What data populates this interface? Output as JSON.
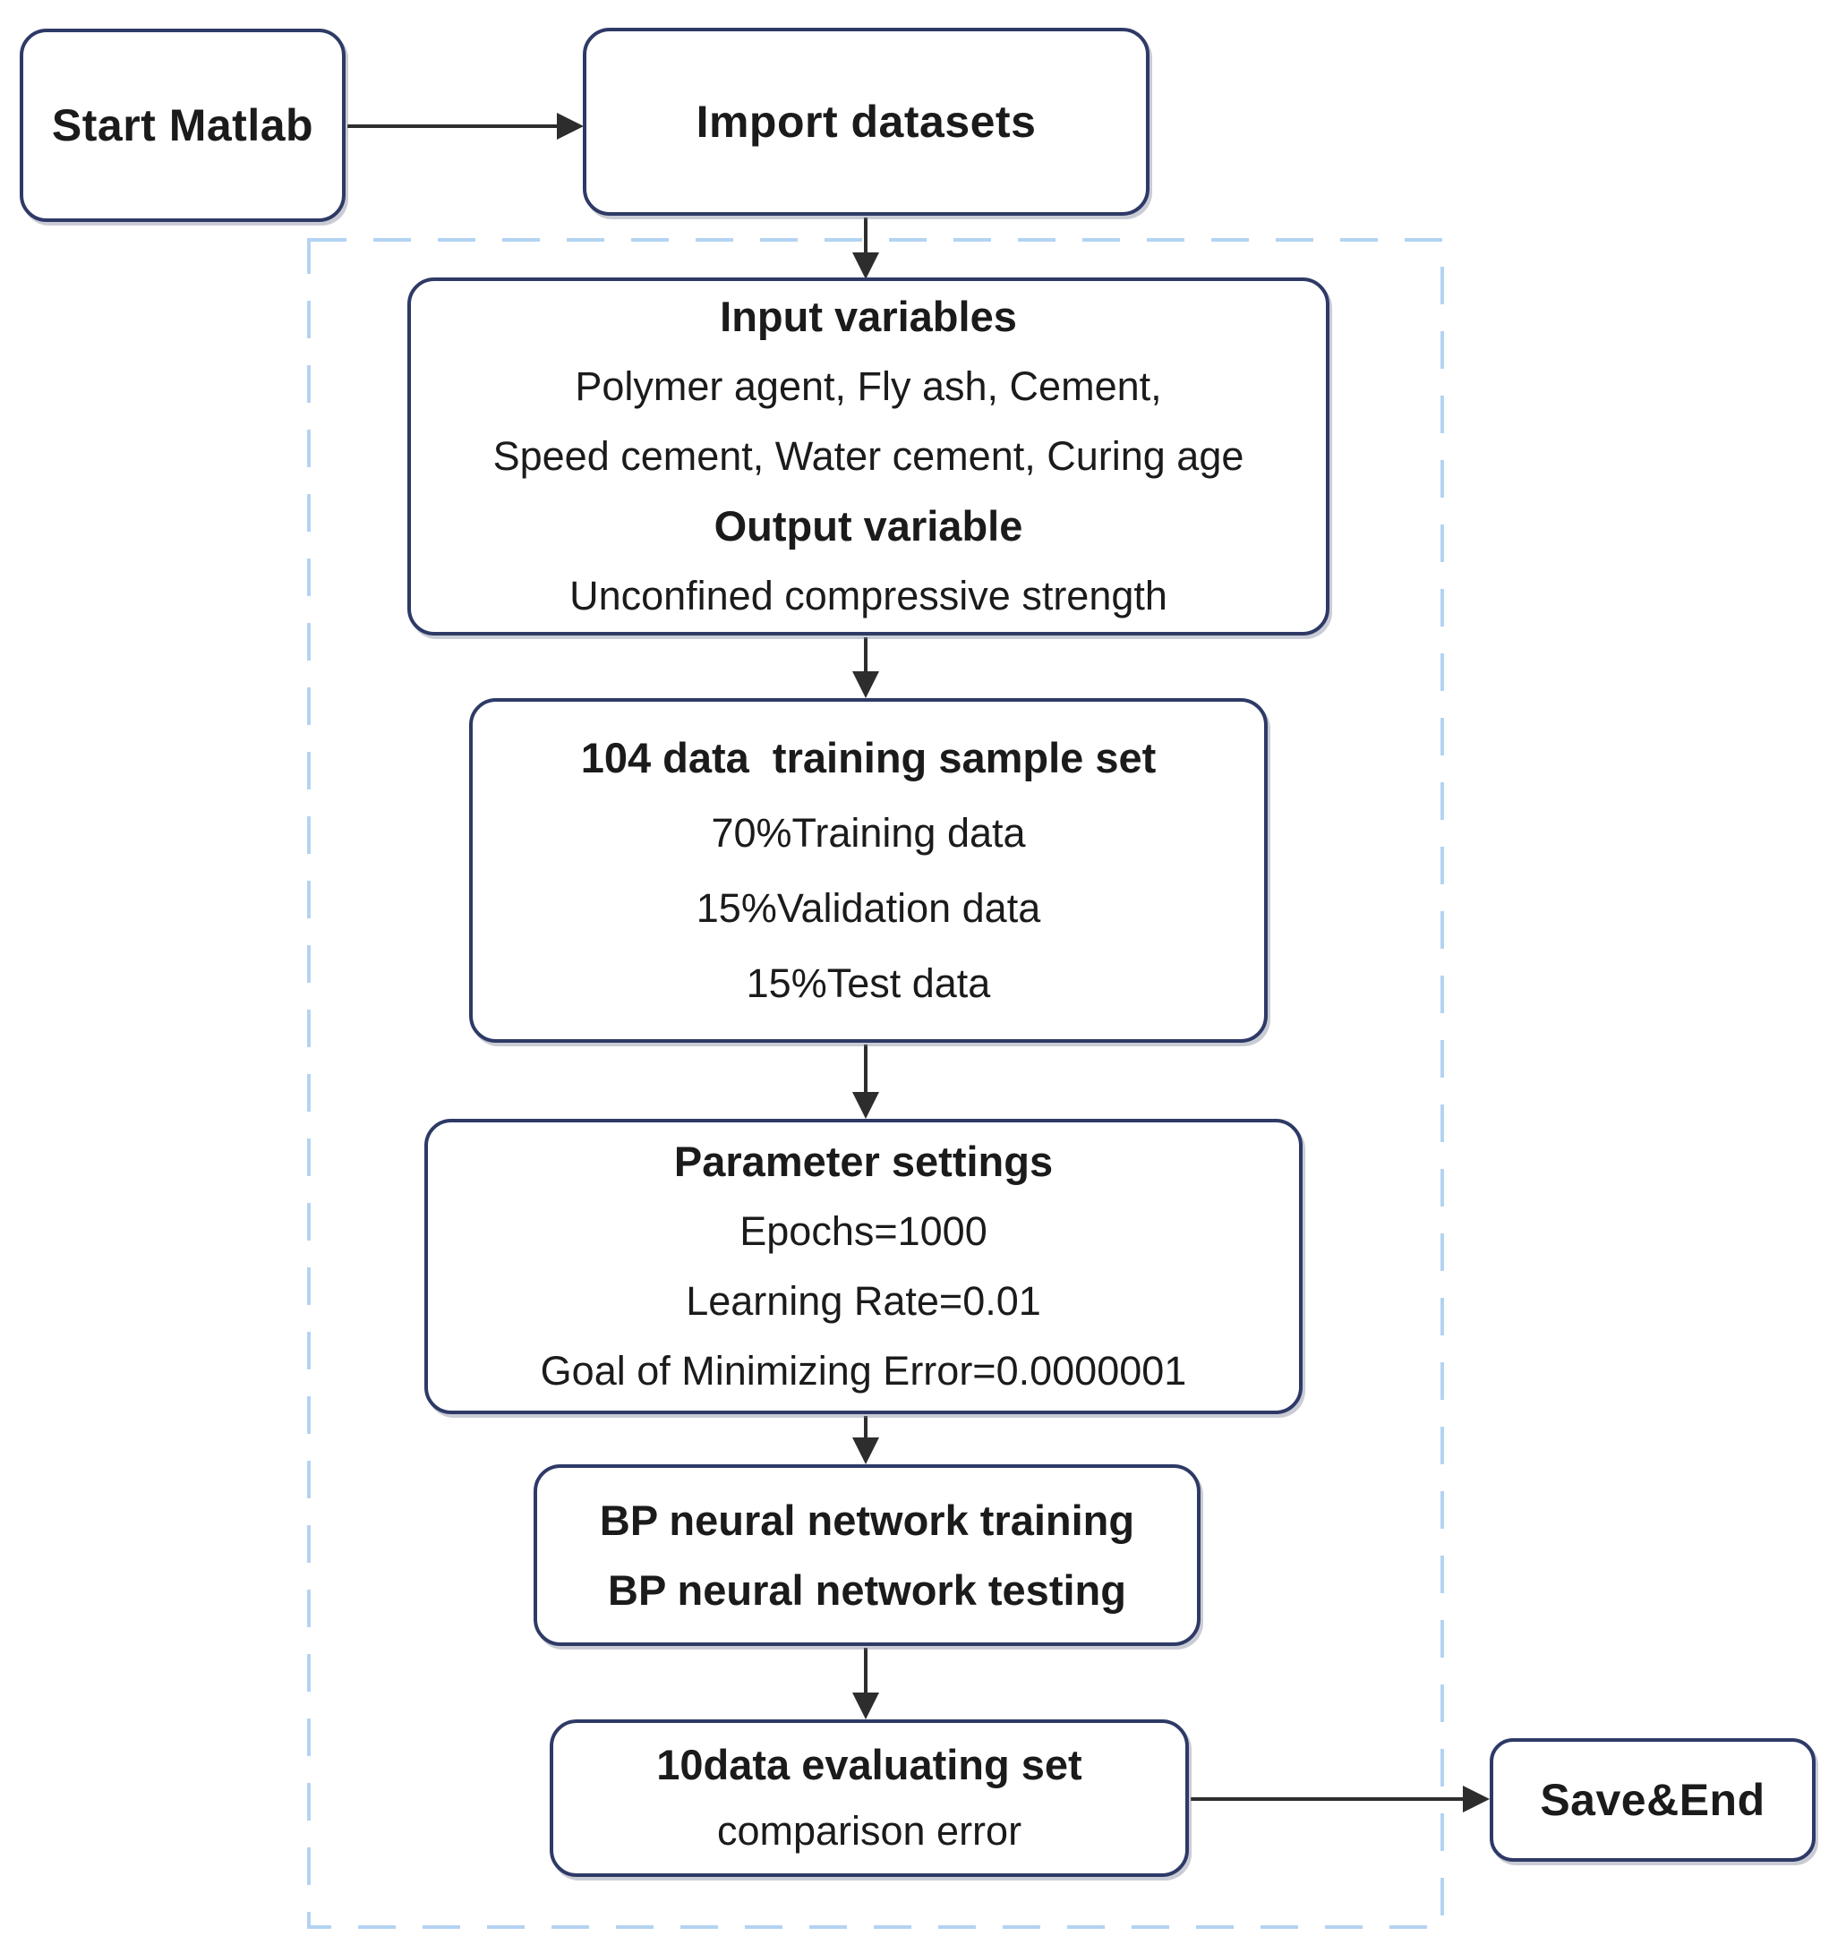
{
  "flowchart": {
    "start_box": {
      "label": "Start Matlab"
    },
    "import_box": {
      "label": "Import datasets"
    },
    "input_box": {
      "title": "Input variables",
      "lines": [
        "Polymer agent, Fly ash, Cement,",
        "Speed cement, Water cement, Curing age"
      ],
      "subtitle": "Output variable",
      "output_line": "Unconfined compressive strength"
    },
    "sample_box": {
      "title": "104 data  training sample set",
      "lines": [
        "70%Training data",
        "15%Validation data",
        "15%Test data"
      ]
    },
    "param_box": {
      "title": "Parameter settings",
      "lines": [
        "Epochs=1000",
        "Learning Rate=0.01",
        "Goal of Minimizing Error=0.0000001"
      ]
    },
    "bp_box": {
      "lines": [
        "BP neural network training",
        "BP neural network testing"
      ]
    },
    "eval_box": {
      "title": "10data evaluating set",
      "line": "comparison error"
    },
    "end_box": {
      "label": "Save&End"
    }
  },
  "colors": {
    "box_border": "#2e3a66",
    "dashed_border": "#b4d3f2",
    "arrow": "#2d2d2d",
    "text": "#1b1b1b",
    "bg": "#ffffff"
  }
}
